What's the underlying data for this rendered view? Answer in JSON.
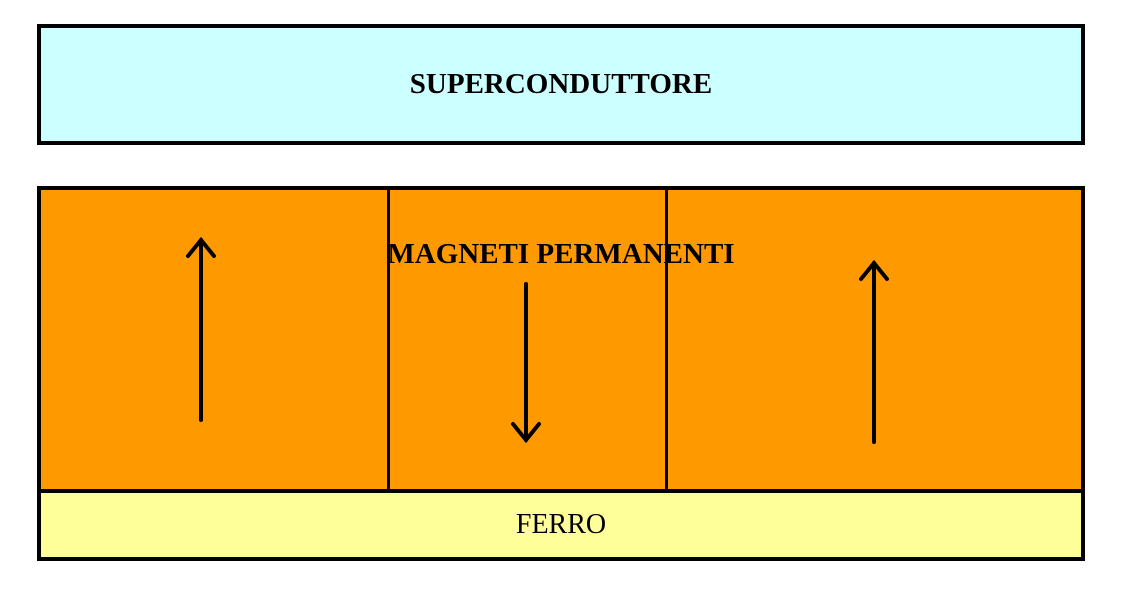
{
  "superconductor": {
    "label": "SUPERCONDUTTORE",
    "color": "#ccffff"
  },
  "magnets": {
    "label": "MAGNETI PERMANENTI",
    "color": "#ff9900",
    "arrows": [
      "up",
      "down",
      "up"
    ]
  },
  "iron": {
    "label": "FERRO",
    "color": "#ffff99"
  }
}
